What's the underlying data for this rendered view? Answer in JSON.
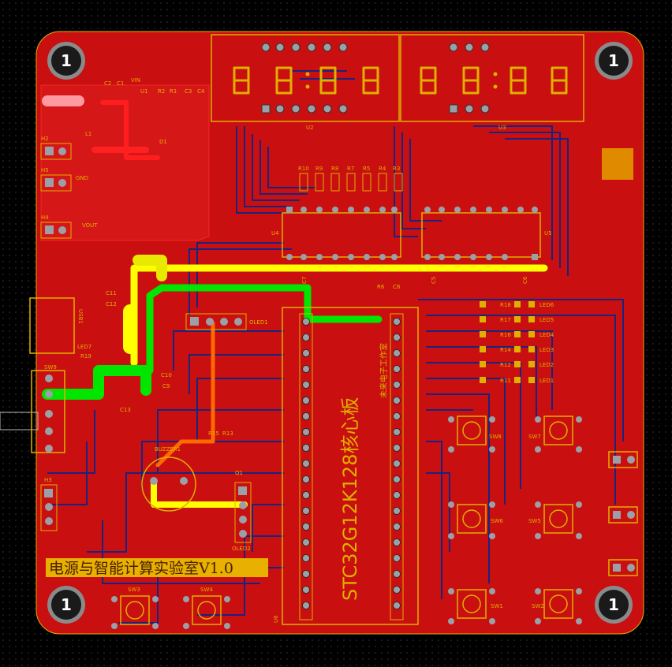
{
  "board": {
    "title": "电源与智能计算实验室V1.0",
    "core_label": "STC32G12K128核心板",
    "studio_label": "未来电子工作室",
    "mount_hole_label": "1",
    "colors": {
      "background": "#000000",
      "grid_dot": "#6a6a6a",
      "board_red": "#c90f10",
      "silkscreen": "#e0b000",
      "trace_blue": "#1a237e",
      "trace_yellow": "#ffff00",
      "trace_green": "#00ff00",
      "trace_orange": "#ff6a00",
      "trace_red_top": "#ff1e1e"
    }
  },
  "displays": {
    "left_digits": [
      "8",
      "8",
      "8",
      "8"
    ],
    "right_digits": [
      "8",
      "8",
      "8",
      "8"
    ],
    "left_ref": "U2",
    "right_ref": "U3"
  },
  "refs": {
    "resistors_top": [
      "R10",
      "R9",
      "R8",
      "R7",
      "R5",
      "R4",
      "R3"
    ],
    "power": [
      "C2",
      "C1",
      "VIN",
      "U1",
      "R2",
      "R1",
      "C3",
      "C4",
      "L1",
      "D1"
    ],
    "headers_left": [
      {
        "ref": "H2",
        "net": ""
      },
      {
        "ref": "H5",
        "net": "GND"
      },
      {
        "ref": "H4",
        "net": "VOUT"
      },
      {
        "ref": "H3",
        "net": ""
      }
    ],
    "ics": [
      "U4",
      "U5",
      "U6"
    ],
    "caps_mid": [
      "R6",
      "C8",
      "C7",
      "C6",
      "C5"
    ],
    "leds_right": [
      {
        "r": "R18",
        "led": "LED6"
      },
      {
        "r": "R17",
        "led": "LED5"
      },
      {
        "r": "R16",
        "led": "LED4"
      },
      {
        "r": "R14",
        "led": "LED3"
      },
      {
        "r": "R12",
        "led": "LED2"
      },
      {
        "r": "R11",
        "led": "LED1"
      }
    ],
    "switches": [
      "SW8",
      "SW7",
      "SW6",
      "SW5",
      "SW1",
      "SW2",
      "SW3",
      "SW4",
      "SW9"
    ],
    "misc": [
      "USB1",
      "LED7",
      "R19",
      "C11",
      "C12",
      "C10",
      "C9",
      "C13",
      "OLED1",
      "OLED2",
      "BUZZER1",
      "R15",
      "R13",
      "Q1"
    ]
  }
}
